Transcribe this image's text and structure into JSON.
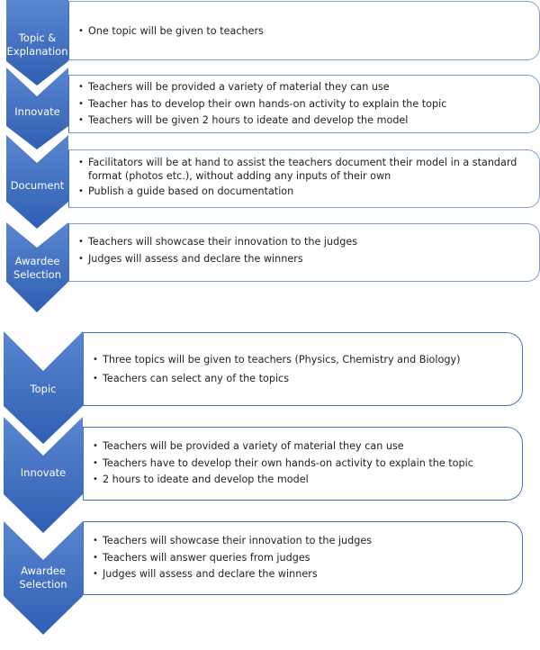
{
  "colors": {
    "chevron_top": "#4472c4",
    "chevron_dark": "#2f5fb3",
    "border": "#4a73bd"
  },
  "process_a": {
    "steps": [
      {
        "label_lines": [
          "Topic &",
          "Explanation"
        ],
        "bullets": [
          "One topic will be given to teachers"
        ]
      },
      {
        "label_lines": [
          "Innovate"
        ],
        "bullets": [
          "Teachers will be provided a variety of material they can use",
          "Teacher has to develop their own hands-on activity to explain the topic",
          "Teachers will be given 2 hours to ideate and develop the model"
        ]
      },
      {
        "label_lines": [
          "Document"
        ],
        "bullets": [
          "Facilitators will be at hand to assist the teachers document  their model  in a standard format (photos etc.),  without adding any inputs of their own",
          "Publish a guide based on documentation"
        ]
      },
      {
        "label_lines": [
          "Awardee",
          "Selection"
        ],
        "bullets": [
          "Teachers will showcase their innovation to the  judges",
          "Judges will assess and declare the winners"
        ]
      }
    ]
  },
  "process_b": {
    "steps": [
      {
        "label_lines": [
          "Topic"
        ],
        "bullets": [
          "Three topics will be given to teachers (Physics, Chemistry and Biology)",
          "Teachers can select any of the topics"
        ]
      },
      {
        "label_lines": [
          "Innovate"
        ],
        "bullets": [
          "Teachers will be provided a variety of material they can use",
          "Teachers have to develop their own  hands-on activity to explain the topic",
          "2 hours to ideate and develop the model"
        ]
      },
      {
        "label_lines": [
          "Awardee",
          "Selection"
        ],
        "bullets": [
          "Teachers will showcase their innovation to the  judges",
          "Teachers will answer queries from judges",
          "Judges will assess and declare the winners"
        ]
      }
    ]
  }
}
